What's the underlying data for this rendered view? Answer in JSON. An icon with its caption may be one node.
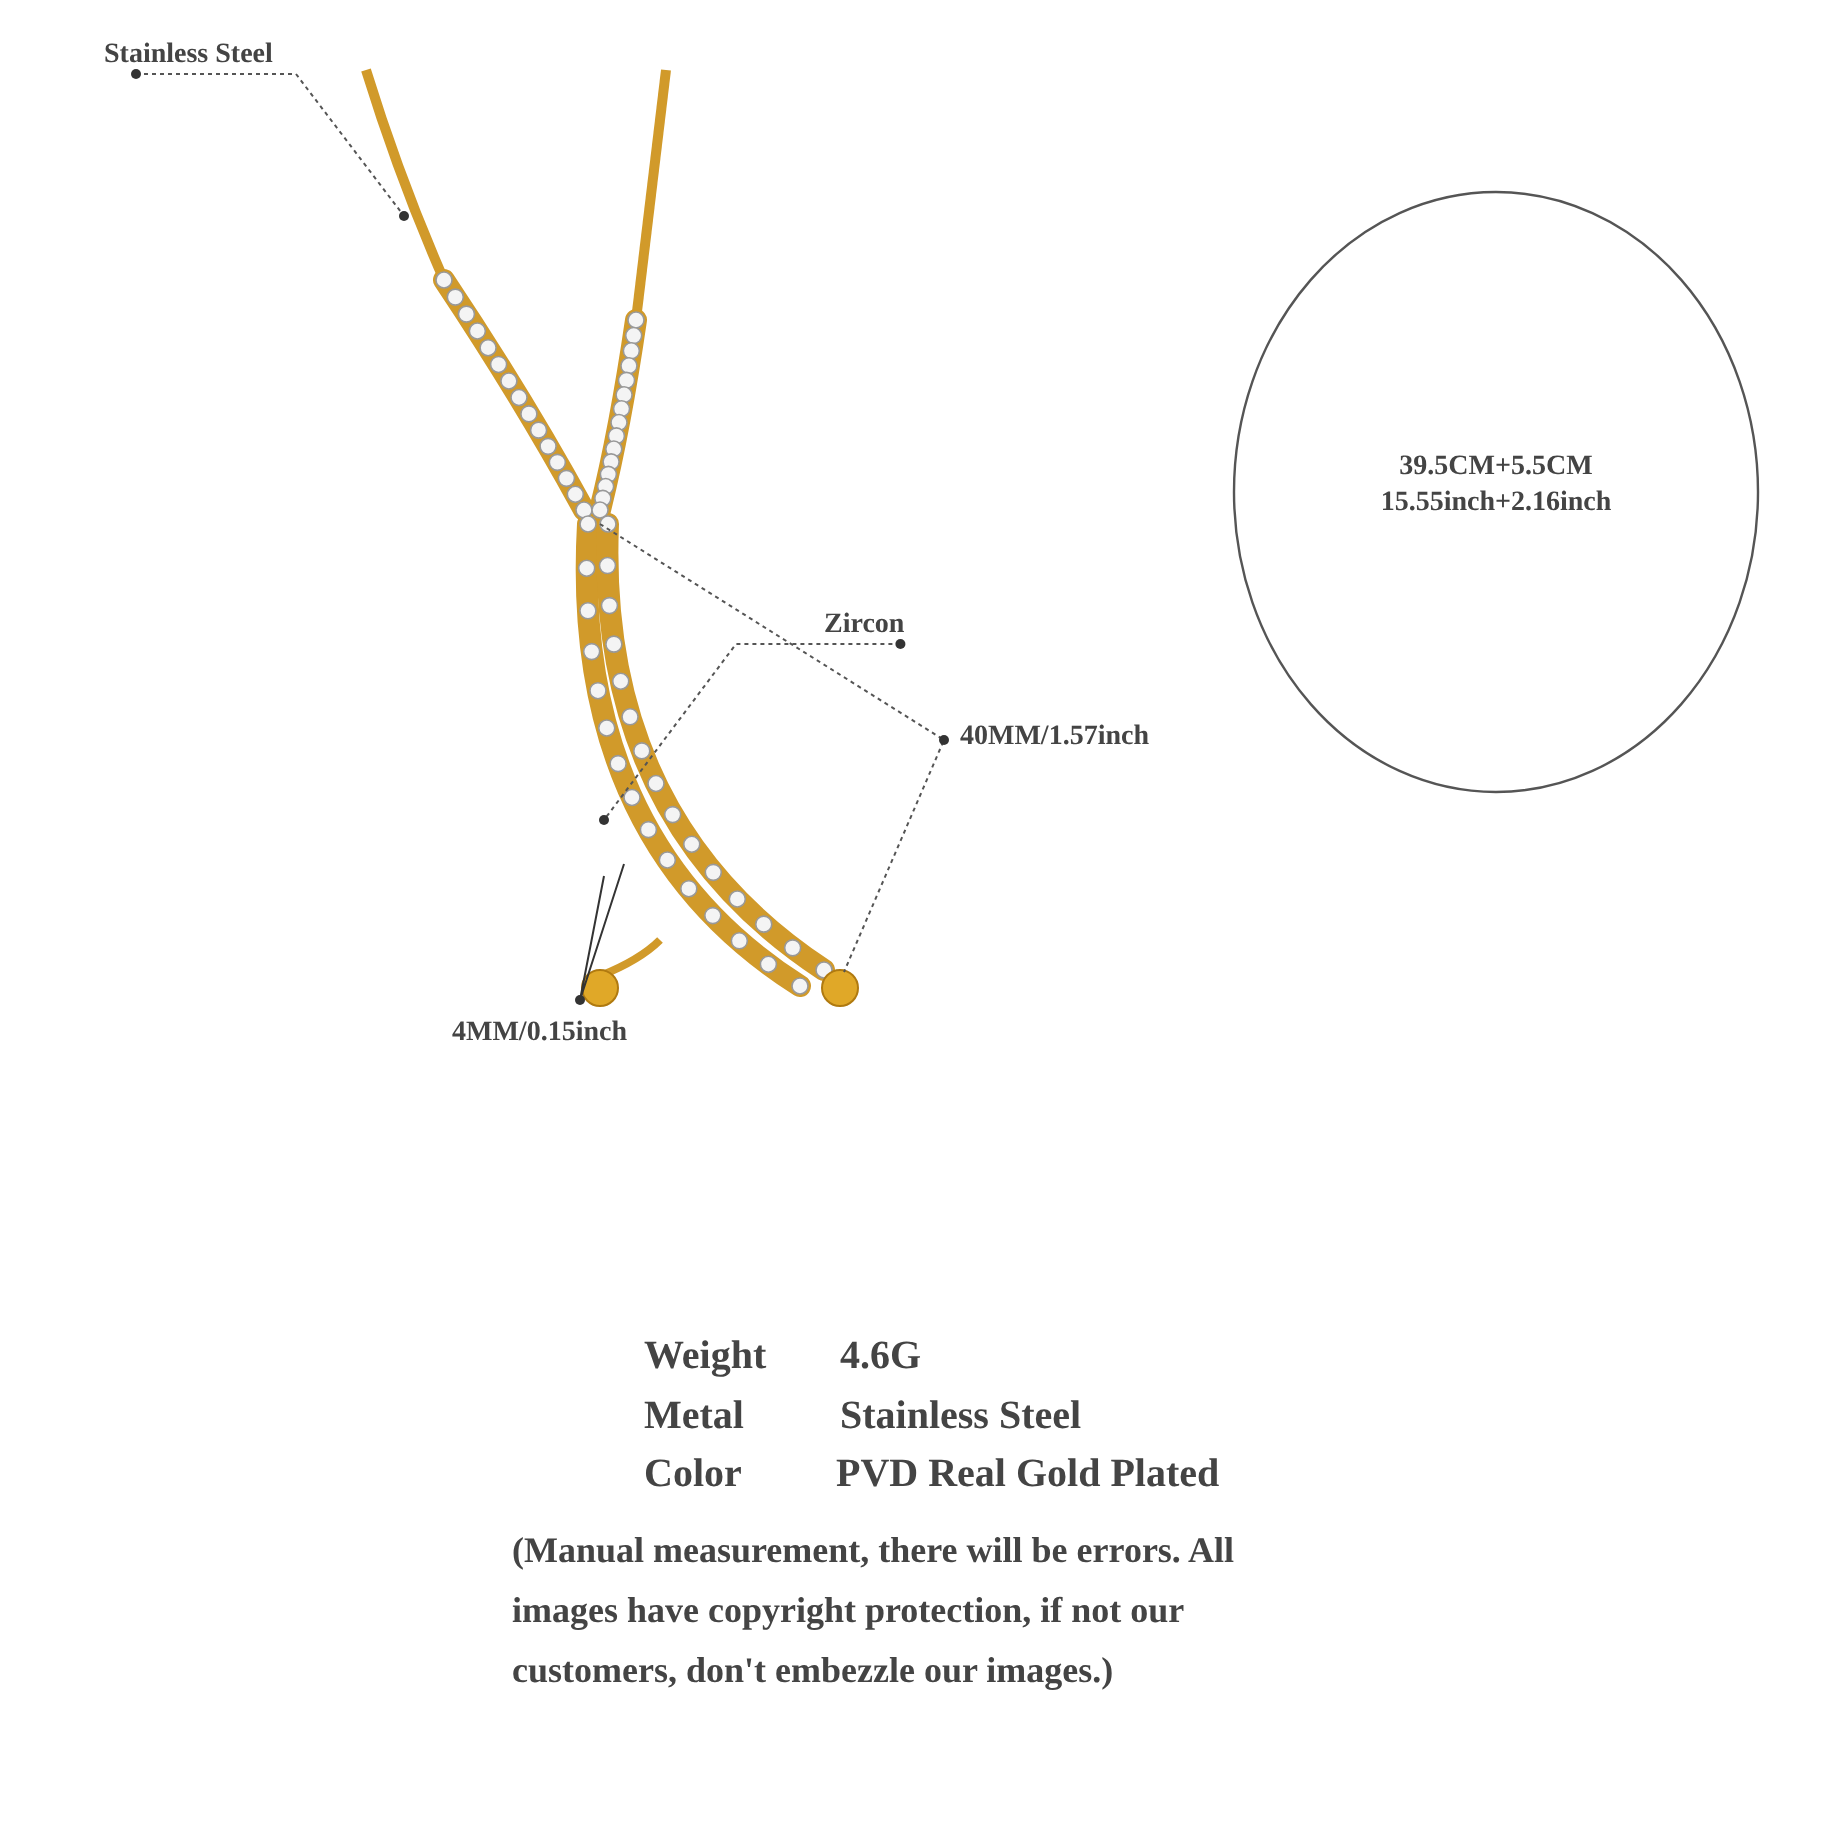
{
  "diagram": {
    "nodes": [
      {
        "text": [
          "Stainless Steel"
        ]
      },
      {
        "text": [],
        "shape": "picture"
      },
      {
        "text": [
          "Zircon"
        ]
      },
      {
        "text": [
          "39.5CM+5.5CM",
          "15.55inch+2.16inch"
        ]
      }
    ],
    "edges": [
      {
        "from": 0,
        "to": 1,
        "arrow": "other",
        "style": "dashed"
      },
      {
        "from": 2,
        "to": 1,
        "arrow": "other",
        "style": "dashed"
      }
    ],
    "labels": [
      "40MM/1.57inch",
      "4MM/0.15inch",
      "Weight",
      "4.6G",
      "Metal",
      "Stainless Steel",
      "Color",
      "PVD Real Gold Plated",
      "(Manual measurement, there will be errors. All images have copyright protection, if not our customers, don't embezzle our images.)"
    ]
  }
}
